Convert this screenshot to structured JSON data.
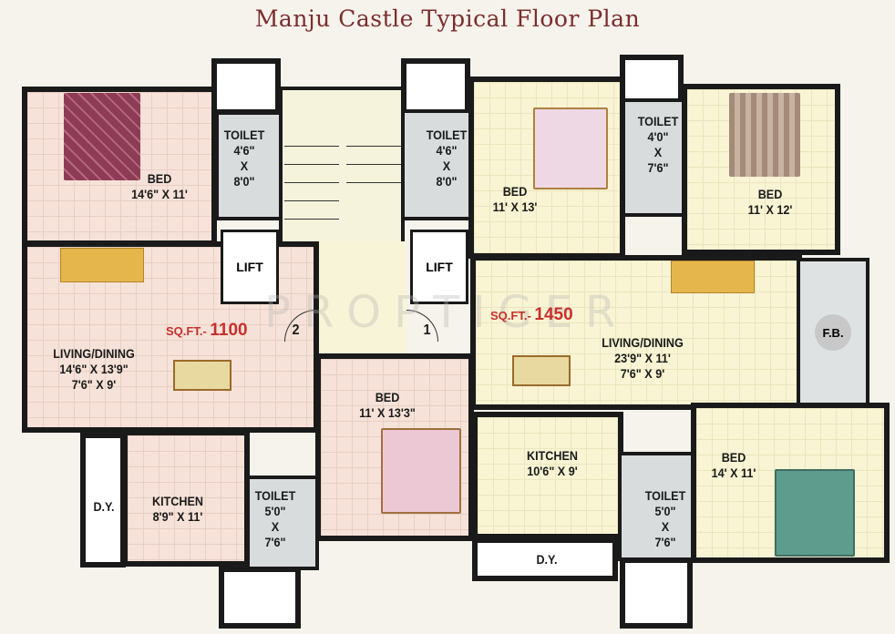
{
  "title": "Manju Castle Typical Floor Plan",
  "watermark": "PROPTIGER",
  "flat_left": {
    "area_label": "SQ.FT.-",
    "area_value": "1100",
    "door_number": "2",
    "rooms": {
      "bed1": {
        "name": "BED",
        "size": "14'6\" X 11'"
      },
      "toilet1": {
        "name": "TOILET",
        "w": "4'6\"",
        "x": "X",
        "h": "8'0\""
      },
      "living": {
        "name": "LIVING/DINING",
        "size1": "14'6\" X 13'9\"",
        "size2": "7'6\" X 9'"
      },
      "kitchen": {
        "name": "KITCHEN",
        "size": "8'9\" X 11'"
      },
      "toilet2": {
        "name": "TOILET",
        "w": "5'0\"",
        "x": "X",
        "h": "7'6\""
      },
      "dy": {
        "name": "D.Y."
      },
      "bed2": {
        "name": "BED",
        "size": "11' X 13'3\""
      }
    }
  },
  "flat_right": {
    "area_label": "SQ.FT.-",
    "area_value": "1450",
    "door_number": "1",
    "rooms": {
      "toilet1": {
        "name": "TOILET",
        "w": "4'6\"",
        "x": "X",
        "h": "8'0\""
      },
      "bed1": {
        "name": "BED",
        "size": "11' X 13'"
      },
      "toilet2": {
        "name": "TOILET",
        "w": "4'0\"",
        "x": "X",
        "h": "7'6\""
      },
      "bed2": {
        "name": "BED",
        "size": "11' X 12'"
      },
      "living": {
        "name": "LIVING/DINING",
        "size1": "23'9\" X 11'",
        "size2": "7'6\" X 9'"
      },
      "fb": {
        "name": "F.B."
      },
      "kitchen": {
        "name": "KITCHEN",
        "size": "10'6\" X 9'"
      },
      "dy": {
        "name": "D.Y."
      },
      "toilet3": {
        "name": "TOILET",
        "w": "5'0\"",
        "x": "X",
        "h": "7'6\""
      },
      "bed3": {
        "name": "BED",
        "size": "14' X 11'"
      }
    }
  },
  "core": {
    "lift_left": "LIFT",
    "lift_right": "LIFT"
  },
  "colors": {
    "title": "#7a2d2d",
    "area_text": "#c8302c",
    "walls": "#1a1a1a",
    "left_floor": "#f6e2d8",
    "right_floor": "#f8f4d4"
  }
}
